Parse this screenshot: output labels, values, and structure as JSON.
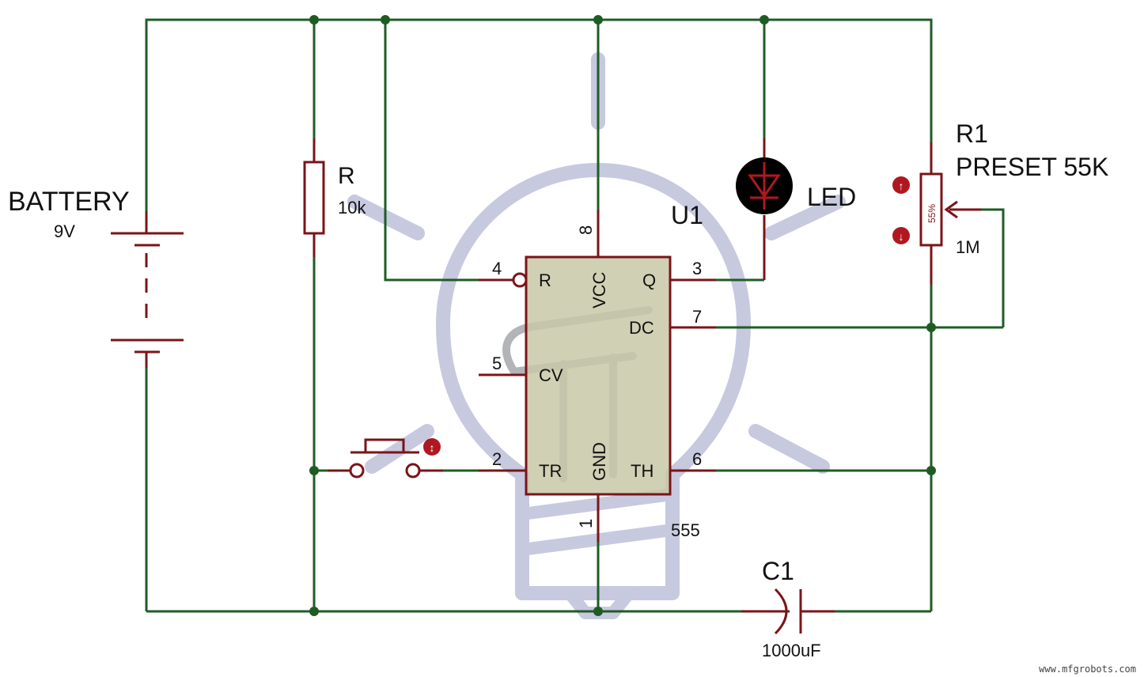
{
  "battery": {
    "name": "BATTERY",
    "value": "9V"
  },
  "resistor": {
    "name": "R",
    "value": "10k"
  },
  "led": {
    "name": "LED"
  },
  "ic": {
    "name": "U1",
    "part": "555",
    "pins": {
      "r": "R",
      "vcc": "VCC",
      "q": "Q",
      "dc": "DC",
      "cv": "CV",
      "tr": "TR",
      "gnd": "GND",
      "th": "TH"
    },
    "pin_numbers": {
      "p8": "8",
      "p4": "4",
      "p3": "3",
      "p7": "7",
      "p5": "5",
      "p2": "2",
      "p6": "6",
      "p1": "1"
    }
  },
  "preset": {
    "name": "R1",
    "value": "PRESET 55K",
    "setting": "55%",
    "max": "1M"
  },
  "capacitor": {
    "name": "C1",
    "value": "1000uF"
  },
  "watermark": "www.mfgrobots.com",
  "colors": {
    "wire": "#1f5c24",
    "pin": "#7a1418",
    "ic_body": "#c8c8a8",
    "bulb_watermark": "#c7c9df"
  }
}
